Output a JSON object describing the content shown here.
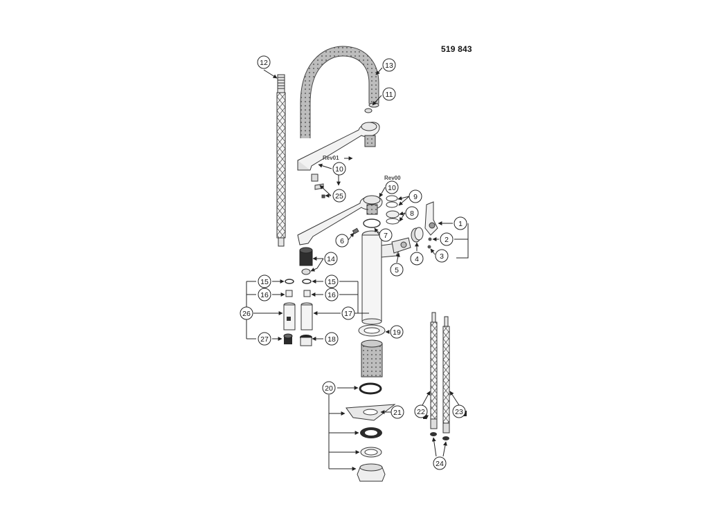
{
  "document_number": "519 843",
  "revision_labels": {
    "rev01": "Rev01",
    "rev00": "Rev00"
  },
  "callouts": [
    "1",
    "2",
    "3",
    "4",
    "5",
    "6",
    "7",
    "8",
    "9",
    "10",
    "10",
    "11",
    "12",
    "13",
    "14",
    "15",
    "15",
    "16",
    "16",
    "17",
    "18",
    "19",
    "20",
    "21",
    "22",
    "23",
    "24",
    "25",
    "26",
    "27"
  ],
  "colors": {
    "line": "#222222",
    "part_fill": "#f2f2f2",
    "dark_part": "#333333",
    "background": "#ffffff"
  }
}
